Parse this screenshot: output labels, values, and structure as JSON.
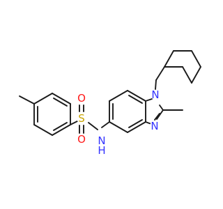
{
  "molecule": {
    "atoms": [
      {
        "id": "S",
        "label": "S",
        "name": "sulfur-atom",
        "color": "#c8a400"
      },
      {
        "id": "O1",
        "label": "O",
        "name": "oxygen-atom-upper",
        "color": "#ff1a1a"
      },
      {
        "id": "O2",
        "label": "O",
        "name": "oxygen-atom-lower",
        "color": "#ff1a1a"
      },
      {
        "id": "NH",
        "label": "N",
        "sub": "H",
        "name": "sulfonamide-nh-atom",
        "color": "#3333ff"
      },
      {
        "id": "N1",
        "label": "N",
        "name": "benzimidazole-n1-atom",
        "color": "#3333ff"
      },
      {
        "id": "N3",
        "label": "N",
        "name": "benzimidazole-n3-atom",
        "color": "#3333ff"
      }
    ],
    "bond_color": "#1a1a1a"
  }
}
